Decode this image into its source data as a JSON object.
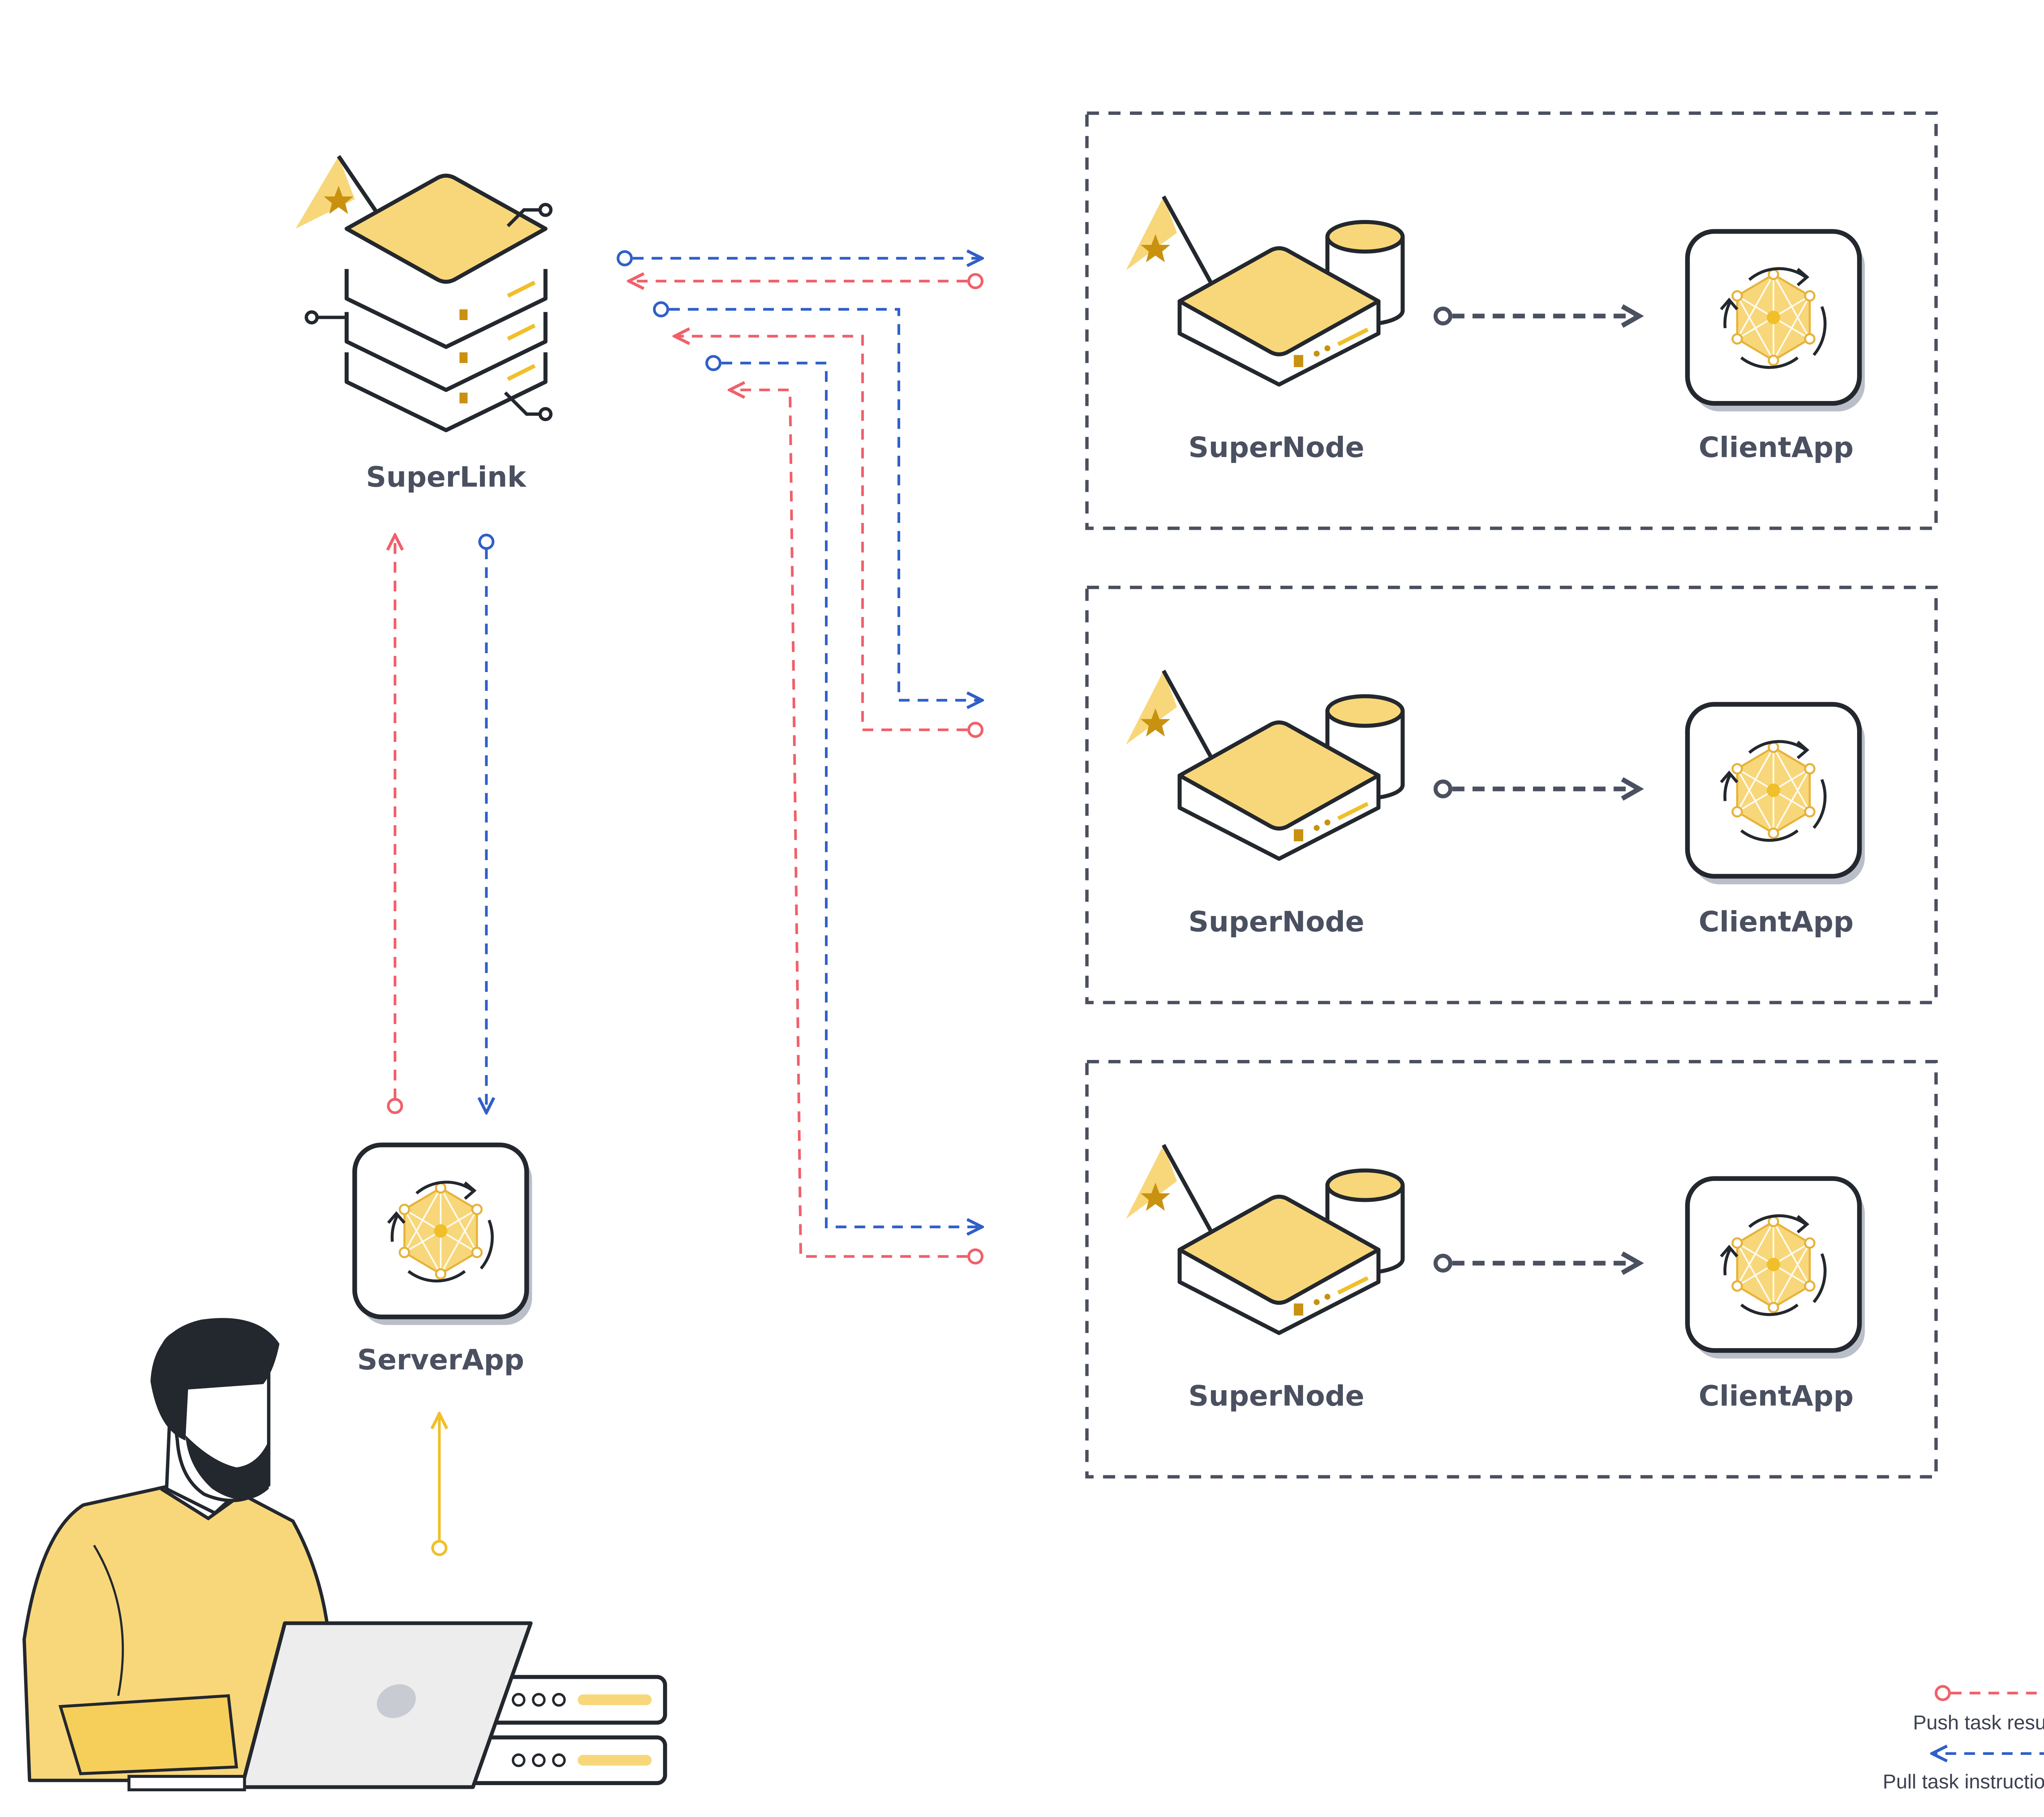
{
  "labels": {
    "superlink": "SuperLink",
    "serverapp": "ServerApp",
    "nodes": [
      {
        "supernode": "SuperNode",
        "clientapp": "ClientApp"
      },
      {
        "supernode": "SuperNode",
        "clientapp": "ClientApp"
      },
      {
        "supernode": "SuperNode",
        "clientapp": "ClientApp"
      }
    ]
  },
  "legend": {
    "push": "Push task results",
    "pull": "Pull task instructions"
  },
  "colors": {
    "push": "#f0606a",
    "pull": "#2f5fc8",
    "user_arrow": "#f0bf2a",
    "accent": "#f8d77a",
    "outline": "#23272e",
    "dash_box": "#4a5060",
    "label": "#4a5060"
  },
  "icons": {
    "superlink": "server-stack-icon",
    "supernode": "node-box-icon",
    "clientapp": "flower-app-icon",
    "serverapp": "flower-app-icon",
    "user": "person-with-laptop-illustration"
  }
}
